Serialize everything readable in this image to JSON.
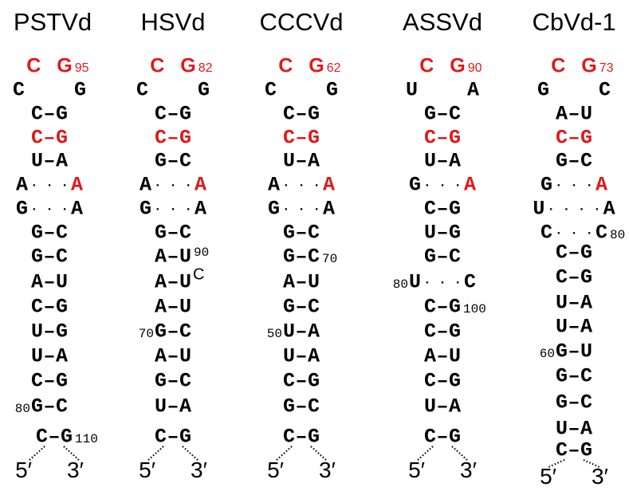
{
  "colors": {
    "black": "#000000",
    "red": "#e0191b"
  },
  "columns": [
    {
      "title": "PSTVd",
      "rows": [
        {
          "t": "top",
          "l": "C",
          "r": "G",
          "numR": "95",
          "color": "red"
        },
        {
          "t": "loop",
          "l": "C",
          "r": "G"
        },
        {
          "t": "pair",
          "l": "C",
          "r": "G"
        },
        {
          "t": "pair",
          "l": "C",
          "r": "G",
          "color": "red"
        },
        {
          "t": "pair",
          "l": "U",
          "r": "A"
        },
        {
          "t": "mis",
          "l": "A",
          "r": "A",
          "rcolor": "red"
        },
        {
          "t": "mis",
          "l": "G",
          "r": "A"
        },
        {
          "t": "pair",
          "l": "G",
          "r": "C"
        },
        {
          "t": "pair",
          "l": "G",
          "r": "C"
        },
        {
          "t": "pair",
          "l": "A",
          "r": "U"
        },
        {
          "t": "pair",
          "l": "C",
          "r": "G"
        },
        {
          "t": "pair",
          "l": "U",
          "r": "G"
        },
        {
          "t": "pair",
          "l": "U",
          "r": "A"
        },
        {
          "t": "pair",
          "l": "C",
          "r": "G"
        },
        {
          "t": "pair",
          "l": "G",
          "r": "C",
          "numL": "80"
        },
        {
          "t": "pair",
          "l": "C",
          "r": "G",
          "numR": "110"
        },
        {
          "t": "ends",
          "l": "5′",
          "r": "3′"
        }
      ]
    },
    {
      "title": "HSVd",
      "rows": [
        {
          "t": "top",
          "l": "C",
          "r": "G",
          "numR": "82",
          "color": "red"
        },
        {
          "t": "loop",
          "l": "C",
          "r": "G"
        },
        {
          "t": "pair",
          "l": "C",
          "r": "G"
        },
        {
          "t": "pair",
          "l": "C",
          "r": "G",
          "color": "red"
        },
        {
          "t": "pair",
          "l": "G",
          "r": "C"
        },
        {
          "t": "mis",
          "l": "A",
          "r": "A",
          "rcolor": "red"
        },
        {
          "t": "mis",
          "l": "G",
          "r": "A"
        },
        {
          "t": "pair",
          "l": "G",
          "r": "C"
        },
        {
          "t": "pair",
          "l": "A",
          "r": "U",
          "numR": "90",
          "bulge": "C"
        },
        {
          "t": "pair",
          "l": "A",
          "r": "U"
        },
        {
          "t": "pair",
          "l": "A",
          "r": "U"
        },
        {
          "t": "pair",
          "l": "G",
          "r": "C",
          "numL": "70"
        },
        {
          "t": "pair",
          "l": "A",
          "r": "U"
        },
        {
          "t": "pair",
          "l": "G",
          "r": "C"
        },
        {
          "t": "pair",
          "l": "U",
          "r": "A"
        },
        {
          "t": "pair",
          "l": "C",
          "r": "G"
        },
        {
          "t": "ends",
          "l": "5′",
          "r": "3′"
        }
      ]
    },
    {
      "title": "CCCVd",
      "rows": [
        {
          "t": "top",
          "l": "C",
          "r": "G",
          "numR": "62",
          "color": "red"
        },
        {
          "t": "loop",
          "l": "C",
          "r": "G"
        },
        {
          "t": "pair",
          "l": "C",
          "r": "G"
        },
        {
          "t": "pair",
          "l": "C",
          "r": "G",
          "color": "red"
        },
        {
          "t": "pair",
          "l": "U",
          "r": "A"
        },
        {
          "t": "mis",
          "l": "A",
          "r": "A",
          "rcolor": "red"
        },
        {
          "t": "mis",
          "l": "G",
          "r": "A"
        },
        {
          "t": "pair",
          "l": "G",
          "r": "C"
        },
        {
          "t": "pair",
          "l": "G",
          "r": "C",
          "numR": "70"
        },
        {
          "t": "pair",
          "l": "A",
          "r": "U"
        },
        {
          "t": "pair",
          "l": "G",
          "r": "C"
        },
        {
          "t": "pair",
          "l": "U",
          "r": "A",
          "numL": "50"
        },
        {
          "t": "pair",
          "l": "U",
          "r": "A"
        },
        {
          "t": "pair",
          "l": "C",
          "r": "G"
        },
        {
          "t": "pair",
          "l": "G",
          "r": "C"
        },
        {
          "t": "pair",
          "l": "C",
          "r": "G"
        },
        {
          "t": "ends",
          "l": "5′",
          "r": "3′"
        }
      ]
    },
    {
      "title": "ASSVd",
      "rows": [
        {
          "t": "top",
          "l": "C",
          "r": "G",
          "numR": "90",
          "color": "red"
        },
        {
          "t": "loop",
          "l": "U",
          "r": "A"
        },
        {
          "t": "pair",
          "l": "G",
          "r": "C"
        },
        {
          "t": "pair",
          "l": "C",
          "r": "G",
          "color": "red"
        },
        {
          "t": "pair",
          "l": "U",
          "r": "A"
        },
        {
          "t": "mis",
          "l": "G",
          "r": "A",
          "rcolor": "red"
        },
        {
          "t": "pair",
          "l": "C",
          "r": "G"
        },
        {
          "t": "pair",
          "l": "U",
          "r": "G"
        },
        {
          "t": "pair",
          "l": "G",
          "r": "C"
        },
        {
          "t": "mis",
          "l": "U",
          "r": "C",
          "numL": "80"
        },
        {
          "t": "pair",
          "l": "C",
          "r": "G",
          "numR": "100"
        },
        {
          "t": "pair",
          "l": "C",
          "r": "G"
        },
        {
          "t": "pair",
          "l": "A",
          "r": "U"
        },
        {
          "t": "pair",
          "l": "C",
          "r": "G"
        },
        {
          "t": "pair",
          "l": "U",
          "r": "A"
        },
        {
          "t": "pair",
          "l": "C",
          "r": "G"
        },
        {
          "t": "ends",
          "l": "5′",
          "r": "3′"
        }
      ]
    },
    {
      "title": "CbVd-1",
      "rows": [
        {
          "t": "top",
          "l": "C",
          "r": "G",
          "numR": "73",
          "color": "red"
        },
        {
          "t": "loop",
          "l": "G",
          "r": "C"
        },
        {
          "t": "pair",
          "l": "A",
          "r": "U"
        },
        {
          "t": "pair",
          "l": "C",
          "r": "G",
          "color": "red"
        },
        {
          "t": "pair",
          "l": "G",
          "r": "C"
        },
        {
          "t": "mis",
          "l": "G",
          "r": "A",
          "rcolor": "red"
        },
        {
          "t": "mis4",
          "l": "U",
          "r": "A"
        },
        {
          "t": "mis",
          "l": "C",
          "r": "C",
          "numR": "80"
        },
        {
          "t": "pair",
          "l": "C",
          "r": "G"
        },
        {
          "t": "pair",
          "l": "C",
          "r": "G"
        },
        {
          "t": "pair",
          "l": "U",
          "r": "A"
        },
        {
          "t": "pair",
          "l": "U",
          "r": "A"
        },
        {
          "t": "pair",
          "l": "G",
          "r": "U",
          "numL": "60"
        },
        {
          "t": "pair",
          "l": "G",
          "r": "C"
        },
        {
          "t": "pair",
          "l": "G",
          "r": "C"
        },
        {
          "t": "pair",
          "l": "U",
          "r": "A"
        },
        {
          "t": "pair",
          "l": "C",
          "r": "G"
        },
        {
          "t": "ends",
          "l": "5′",
          "r": "3′"
        }
      ]
    }
  ]
}
